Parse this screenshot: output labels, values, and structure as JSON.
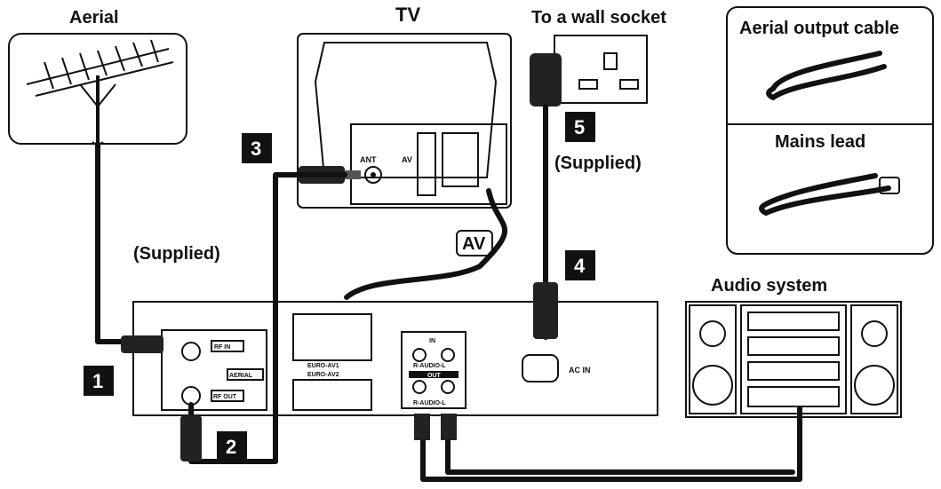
{
  "labels": {
    "aerial": "Aerial",
    "tv": "TV",
    "wall_socket": "To a wall socket",
    "supplied_left": "(Supplied)",
    "supplied_right": "(Supplied)",
    "audio_system": "Audio system",
    "aerial_output_cable": "Aerial output cable",
    "mains_lead": "Mains lead",
    "av_tag": "AV",
    "tv_ant": "ANT",
    "tv_av": "AV",
    "rf_in": "RF IN",
    "rf_out": "RF OUT",
    "aerial_port": "AERIAL",
    "euro_av1": "EURO-AV1",
    "euro_av2": "EURO-AV2",
    "audio_in_header": "IN",
    "audio_in": "R-AUDIO-L",
    "audio_out_header": "OUT",
    "audio_out": "R-AUDIO-L",
    "ac_in": "AC IN"
  },
  "steps": [
    "1",
    "2",
    "3",
    "4",
    "5"
  ],
  "colors": {
    "ink": "#111111",
    "paper": "#ffffff",
    "panel": "#e9e9e9"
  }
}
